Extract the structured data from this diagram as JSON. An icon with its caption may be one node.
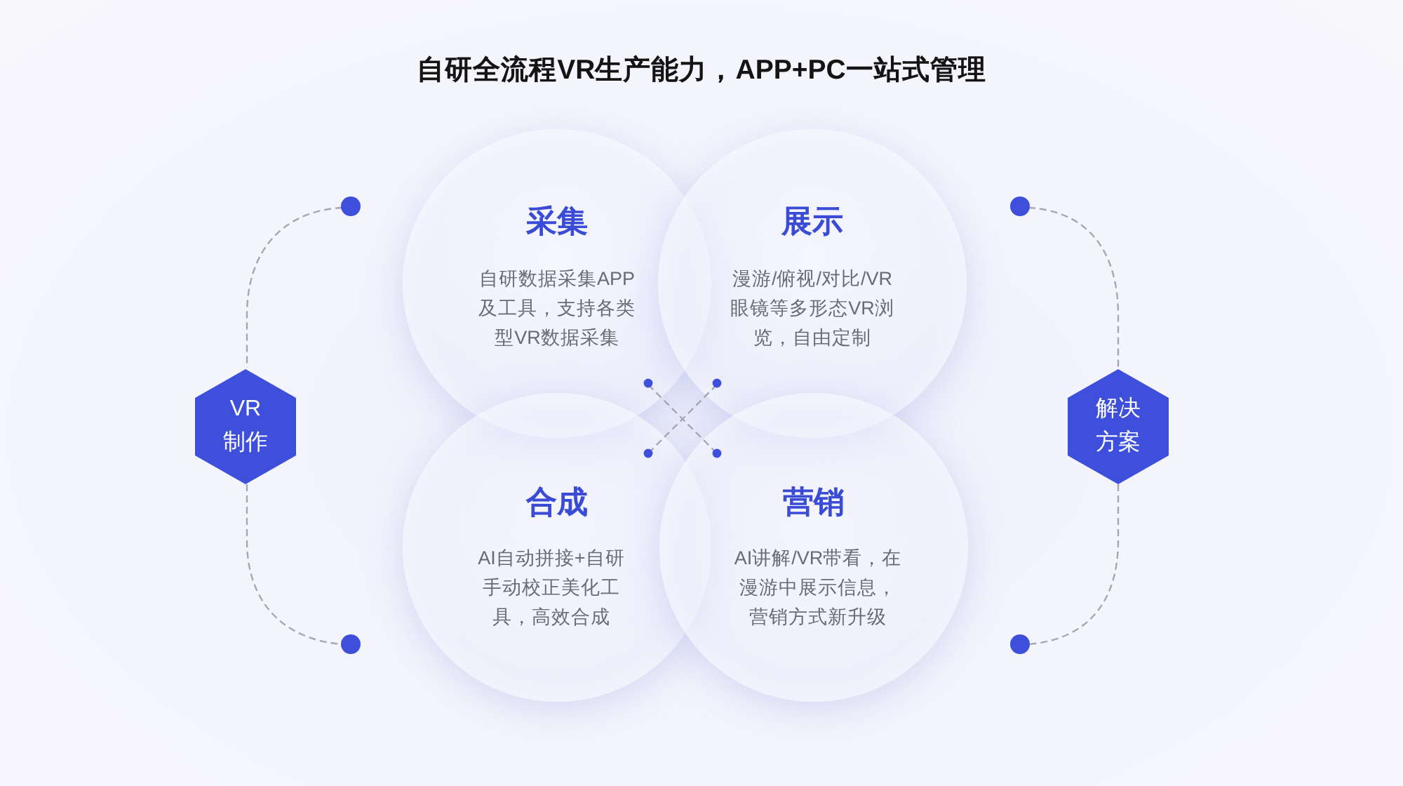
{
  "diagram": {
    "title": "自研全流程VR生产能力，APP+PC一站式管理",
    "nodes": [
      {
        "text": [
          "采集",
          "自研数据采集APP及工具，支持各类型VR数据采集"
        ]
      },
      {
        "text": [
          "展示",
          "漫游/俯视/对比/VR眼镜等多形态VR浏览，自由定制"
        ]
      },
      {
        "text": [
          "合成",
          "AI自动拼接+自研手动校正美化工具，高效合成"
        ]
      },
      {
        "text": [
          "营销",
          "AI讲解/VR带看，在漫游中展示信息，营销方式新升级"
        ]
      },
      {
        "text": [
          "VR制作"
        ]
      },
      {
        "text": [
          "解决方案"
        ]
      }
    ]
  }
}
